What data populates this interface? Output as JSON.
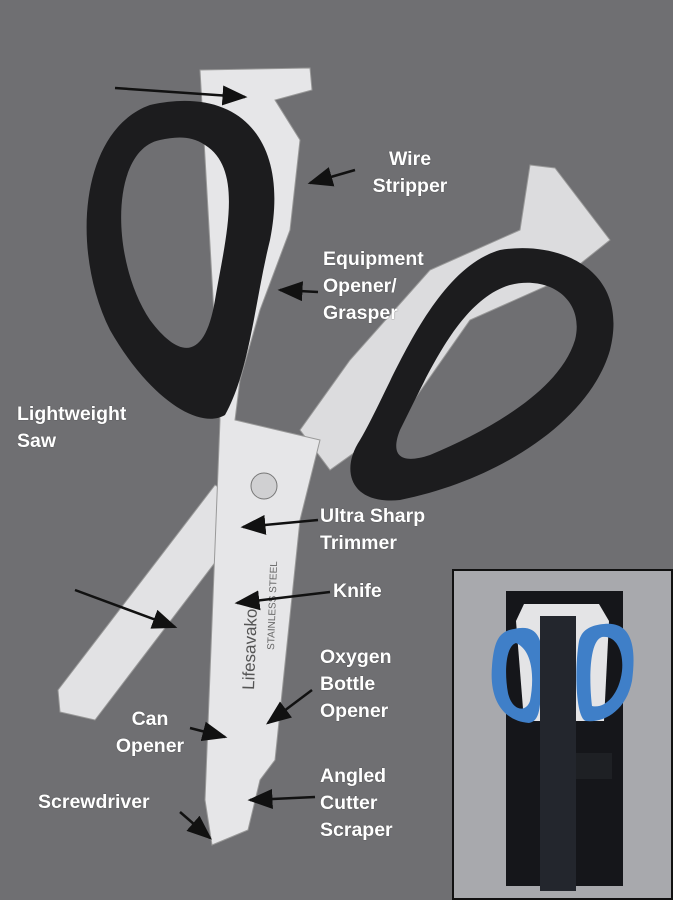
{
  "labels": {
    "wire_stripper": [
      "Wire",
      "Stripper"
    ],
    "equipment_opener": [
      "Equipment",
      "Opener/",
      "Grasper"
    ],
    "lightweight_saw": [
      "Lightweight",
      "Saw"
    ],
    "ultra_sharp_trimmer": [
      "Ultra Sharp",
      "Trimmer"
    ],
    "knife": [
      "Knife"
    ],
    "oxygen_bottle_opener": [
      "Oxygen",
      "Bottle",
      "Opener"
    ],
    "can_opener": [
      "Can",
      "Opener"
    ],
    "screwdriver": [
      "Screwdriver"
    ],
    "angled_cutter_scraper": [
      "Angled",
      "Cutter",
      "Scraper"
    ]
  },
  "engraving": {
    "brand": "Lifesavakoo",
    "steel": "STAINLESS STEEL"
  },
  "colors": {
    "background": "#6f6f72",
    "label": "#ffffff",
    "handle": "#1c1c1e",
    "steel": "#e6e6e8",
    "inset_background": "#a8a9ad",
    "inset_handle": "#3f7fc8"
  }
}
